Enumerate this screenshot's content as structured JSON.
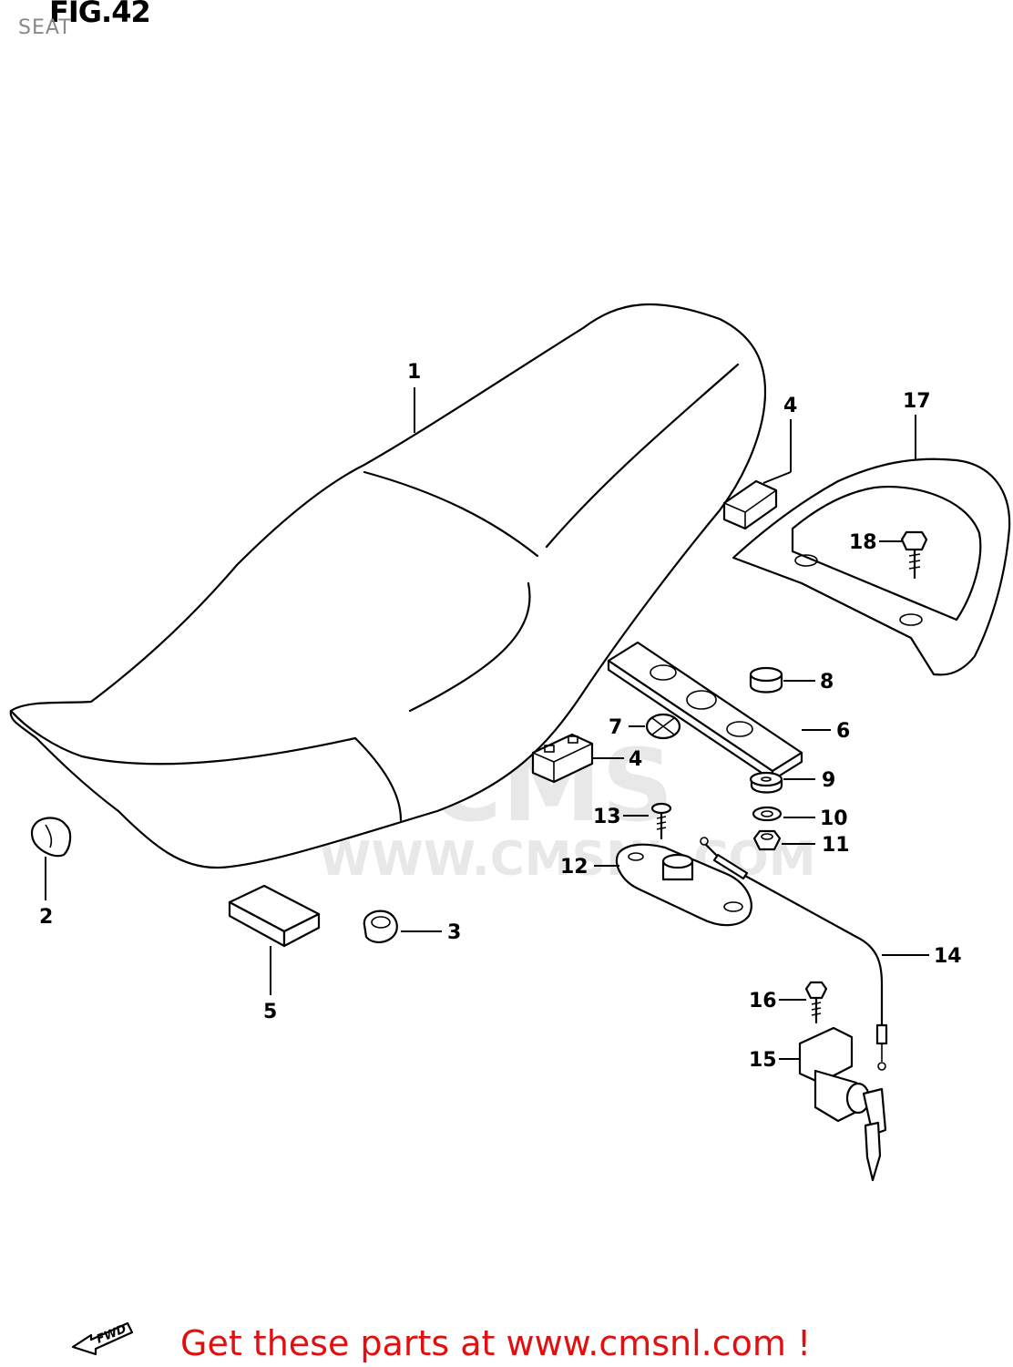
{
  "figure": {
    "title": "FIG.42",
    "subtitle": "SEAT"
  },
  "watermark": {
    "logo_text": "CMS",
    "url_text": "WWW.CMSNL.COM"
  },
  "direction_marker": {
    "label": "FWD",
    "icon": "forward-arrow-icon"
  },
  "callouts": [
    "1",
    "2",
    "3",
    "4",
    "4",
    "5",
    "6",
    "7",
    "8",
    "9",
    "10",
    "11",
    "12",
    "13",
    "14",
    "15",
    "16",
    "17",
    "18"
  ],
  "footer": {
    "text": "Get these parts at www.cmsnl.com !",
    "color": "#e01010"
  }
}
